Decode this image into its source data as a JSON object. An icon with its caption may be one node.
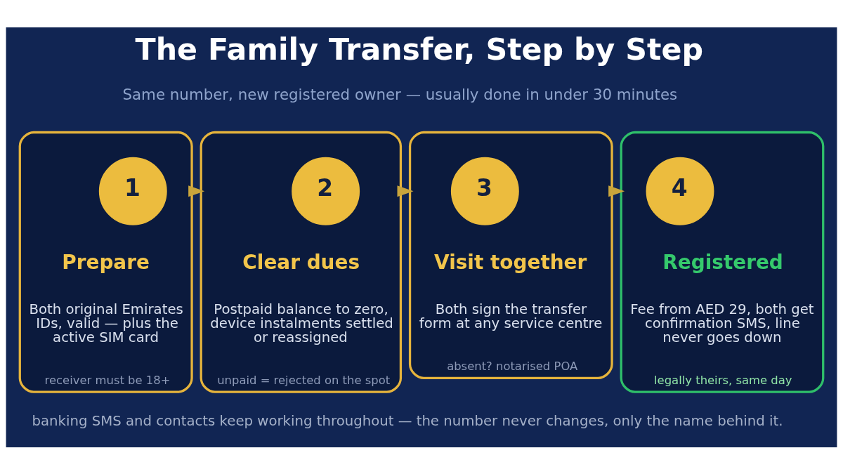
{
  "diagram": {
    "title": "The Family Transfer, Step by Step",
    "nodes": [
      {
        "text": [
          "Prepare",
          "Both original Emirates IDs, valid — plus the active SIM card",
          "receiver must be 18+"
        ]
      },
      {
        "text": [
          "1"
        ],
        "in": 0
      },
      {
        "text": [
          "Clear dues",
          "Postpaid balance to zero, device instalments settled or reassigned",
          "unpaid = rejected on the spot"
        ]
      },
      {
        "text": [
          "2"
        ],
        "in": 2
      },
      {
        "text": [
          "Visit together",
          "Both sign the transfer form at any service centre",
          "absent? notarised POA"
        ]
      },
      {
        "text": [
          "3"
        ],
        "in": 4
      },
      {
        "text": [
          "Registered",
          "Fee from AED 29, both get confirmation SMS, line never goes down",
          "legally theirs, same day"
        ]
      },
      {
        "text": [
          "4"
        ],
        "in": 6
      }
    ],
    "edges": [
      {
        "from": 0,
        "to": 2,
        "arrow": "to"
      },
      {
        "from": 2,
        "to": 4,
        "arrow": "to"
      },
      {
        "from": 4,
        "to": 6,
        "arrow": "to"
      }
    ],
    "labels": [
      "Same number, new registered owner — usually done in under 30 minutes",
      "banking SMS and contacts keep working throughout — the number never changes, only the name behind it."
    ]
  }
}
